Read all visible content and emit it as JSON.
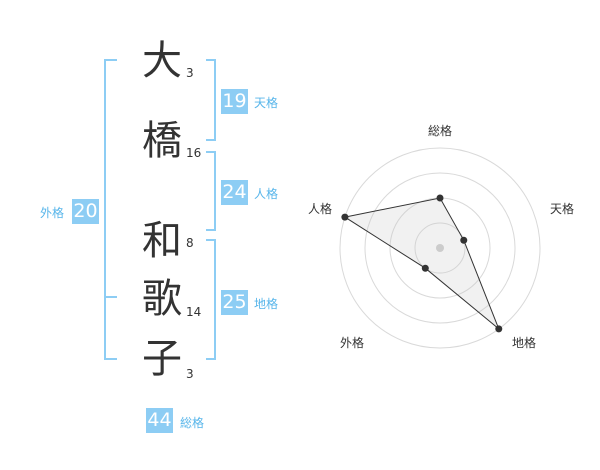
{
  "name_chars": [
    {
      "char": "大",
      "strokes": "3"
    },
    {
      "char": "橋",
      "strokes": "16"
    },
    {
      "char": "和",
      "strokes": "8"
    },
    {
      "char": "歌",
      "strokes": "14"
    },
    {
      "char": "子",
      "strokes": "3"
    }
  ],
  "fortunes": {
    "tenkaku": {
      "value": "19",
      "label": "天格"
    },
    "jinkaku": {
      "value": "24",
      "label": "人格"
    },
    "chikaku": {
      "value": "25",
      "label": "地格"
    },
    "gaikaku": {
      "value": "20",
      "label": "外格"
    },
    "soukaku": {
      "value": "44",
      "label": "総格"
    }
  },
  "colors": {
    "accent": "#8dcdf4",
    "accent_text": "#57b5ea",
    "text": "#333333"
  },
  "chart_data": {
    "type": "radar",
    "axes": [
      "総格",
      "天格",
      "地格",
      "外格",
      "人格"
    ],
    "max": 4,
    "values": [
      2,
      1,
      4,
      1,
      4
    ]
  }
}
